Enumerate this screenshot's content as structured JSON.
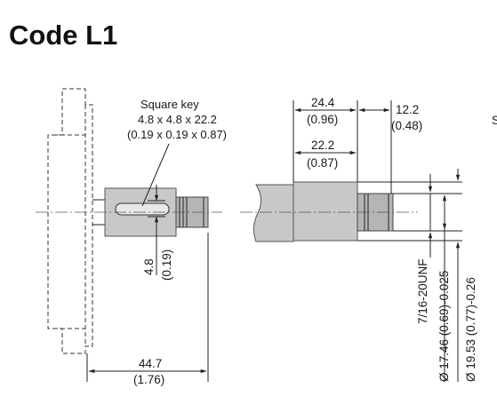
{
  "title": "Code L1",
  "side_view": {
    "key_note": {
      "line1": "Square key",
      "line2": "4.8 x 4.8 x 22.2",
      "line3": "(0.19 x 0.19 x 0.87)"
    },
    "key_height": {
      "mm": "4.8",
      "in": "(0.19)"
    },
    "length": {
      "mm": "44.7",
      "in": "(1.76)"
    }
  },
  "shaft_view": {
    "shaft_length": {
      "mm": "24.4",
      "in": "(0.96)"
    },
    "key_length": {
      "mm": "22.2",
      "in": "(0.87)"
    },
    "thread_length": {
      "mm": "12.2",
      "in": "(0.48)"
    },
    "thread_spec": "7/16-20UNF",
    "pilot_dia": "Ø 17.46 (0.69)-0.025",
    "shaft_dia": "Ø 19.53 (0.77)-0.26",
    "cut_letter": "S"
  }
}
